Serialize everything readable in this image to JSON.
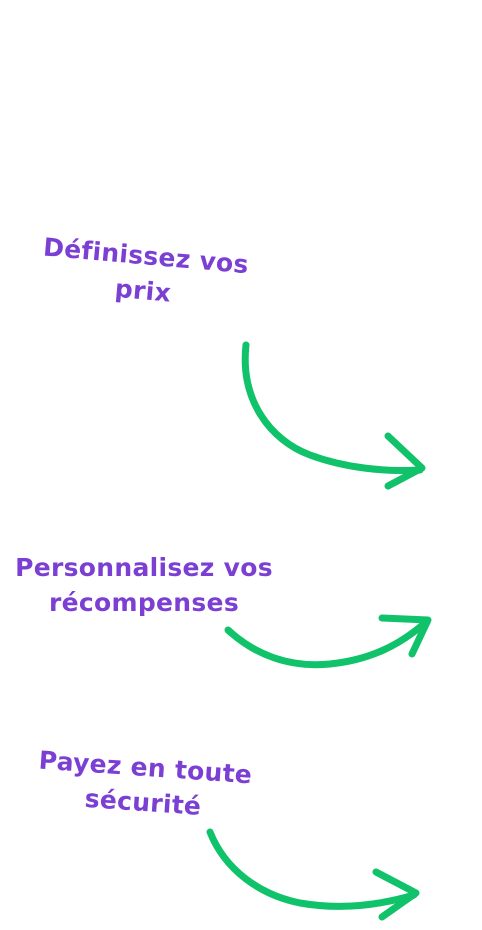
{
  "colors": {
    "text": "#7b3fd3",
    "arrow": "#10c26a",
    "background": "#ffffff"
  },
  "steps": [
    {
      "line1": "Définissez vos",
      "line2": "prix",
      "icon": "curved-arrow-down-right-icon"
    },
    {
      "line1": "Personnalisez vos",
      "line2": "récompenses",
      "icon": "curved-arrow-right-icon"
    },
    {
      "line1": "Payez en toute",
      "line2": "sécurité",
      "icon": "curved-arrow-right-icon"
    }
  ]
}
